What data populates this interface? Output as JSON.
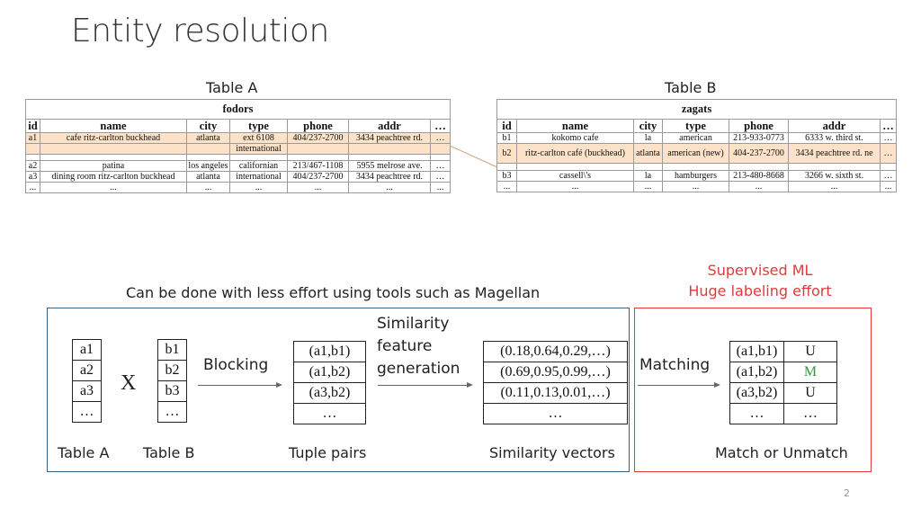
{
  "slide": {
    "title": "Entity resolution",
    "page_number": "2",
    "effort_note": "Can be done with less effort using tools such as Magellan",
    "supervised_title": "Supervised ML",
    "supervised_sub": "Huge labeling effort"
  },
  "table_a": {
    "label": "Table A",
    "caption": "fodors",
    "headers": [
      "id",
      "name",
      "city",
      "type",
      "phone",
      "addr",
      "…"
    ],
    "rows": [
      [
        "a1",
        "cafe  ritz-carlton  buckhead",
        "atlanta",
        "ext 6108",
        "404/237-2700",
        "3434 peachtree rd.",
        "…"
      ],
      [
        "",
        "",
        "",
        "international",
        "",
        "",
        ""
      ],
      [
        "a2",
        "patina",
        "los angeles",
        "californian",
        "213/467-1108",
        "5955 melrose ave.",
        "…"
      ],
      [
        "a3",
        "dining room  ritz-carlton  buckhead",
        "atlanta",
        "international",
        "404/237-2700",
        "3434 peachtree rd.",
        "…"
      ],
      [
        "...",
        "...",
        "...",
        "...",
        "...",
        "...",
        "..."
      ]
    ]
  },
  "table_b": {
    "label": "Table B",
    "caption": "zagats",
    "headers": [
      "id",
      "name",
      "city",
      "type",
      "phone",
      "addr",
      "…"
    ],
    "rows": [
      [
        "b1",
        "kokomo cafe",
        "la",
        "american",
        "213-933-0773",
        "6333 w. third st.",
        "…"
      ],
      [
        "b2",
        "ritz-carlton café (buckhead)",
        "atlanta",
        "american (new)",
        "404-237-2700",
        "3434 peachtree rd. ne",
        "…"
      ],
      [
        "b3",
        "cassell\\'s",
        "la",
        "hamburgers",
        "213-480-8668",
        "3266 w. sixth st.",
        "…"
      ],
      [
        "...",
        "...",
        "...",
        "...",
        "...",
        "...",
        "..."
      ]
    ]
  },
  "pipeline": {
    "a_cells": [
      "a1",
      "a2",
      "a3",
      "…"
    ],
    "b_cells": [
      "b1",
      "b2",
      "b3",
      "…"
    ],
    "cross": "X",
    "blocking": "Blocking",
    "pair_cells": [
      "(a1,b1)",
      "(a1,b2)",
      "(a3,b2)",
      "…"
    ],
    "simfeat_lines": [
      "Similarity",
      "feature",
      "generation"
    ],
    "vector_cells": [
      "(0.18,0.64,0.29,…)",
      "(0.69,0.95,0.99,…)",
      "(0.11,0.13,0.01,…)",
      "…"
    ],
    "matching": "Matching",
    "match_rows": [
      {
        "pair": "(a1,b1)",
        "label": "U"
      },
      {
        "pair": "(a1,b2)",
        "label": "M"
      },
      {
        "pair": "(a3,b2)",
        "label": "U"
      },
      {
        "pair": "…",
        "label": "…"
      }
    ],
    "match_color": "#2a9a3a",
    "caption_a": "Table A",
    "caption_b": "Table B",
    "caption_pairs": "Tuple pairs",
    "caption_vectors": "Similarity vectors",
    "caption_match": "Match or Unmatch"
  },
  "colors": {
    "highlight_row": "#fbe2c9",
    "blue_box": "#3c5f86",
    "red_box": "#e03a3a",
    "supervised_text": "#e03a3a"
  }
}
